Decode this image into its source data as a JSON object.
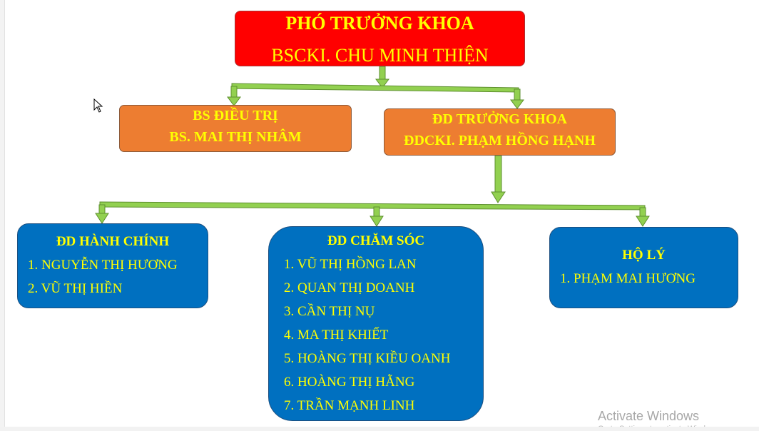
{
  "colors": {
    "top_box": "#ff0000",
    "mid_box": "#ed7d31",
    "team_box": "#0070c0",
    "text": "#ffff00",
    "connector": "#92d050"
  },
  "top": {
    "title": "PHÓ TRƯỞNG KHOA",
    "name": "BSCKI. CHU MINH THIỆN"
  },
  "doctor": {
    "title": "BS ĐIỀU TRỊ",
    "name": "BS. MAI THỊ NHÂM"
  },
  "head_nurse": {
    "title": "ĐD TRƯỞNG KHOA",
    "name": "ĐDCKI. PHẠM HỒNG HẠNH"
  },
  "admin_nurses": {
    "title": "ĐD HÀNH CHÍNH",
    "members": [
      "1. NGUYỄN THỊ HƯƠNG",
      "2. VŨ THỊ HIỀN"
    ]
  },
  "care_nurses": {
    "title": "ĐD CHĂM SÓC",
    "members": [
      "1. VŨ THỊ HỒNG LAN",
      "2. QUAN THỊ DOANH",
      "3. CẦN THỊ NỤ",
      "4. MA THỊ KHIẾT",
      "5. HOÀNG THỊ KIỀU OANH",
      "6. HOÀNG THỊ HẰNG",
      "7. TRẦN MẠNH LINH"
    ]
  },
  "orderlies": {
    "title": "HỘ LÝ",
    "members": [
      "1. PHẠM MAI HƯƠNG"
    ]
  },
  "watermark": {
    "title": "Activate Windows",
    "subtitle": "Go to Settings to activate Windows."
  },
  "icons": {
    "cursor": "mouse-pointer-icon"
  }
}
